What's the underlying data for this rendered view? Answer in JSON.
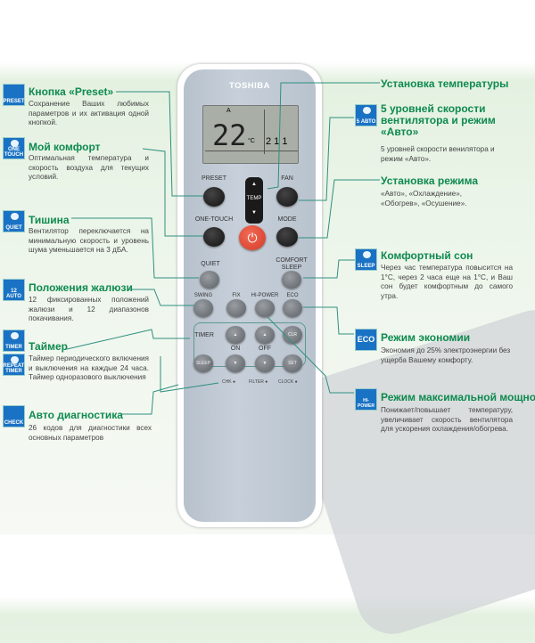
{
  "remote": {
    "brand": "TOSHIBA",
    "lcd_temp": "22",
    "lcd_unit": "°C",
    "lcd_mode": "A",
    "lcd_fan": "2 1 1",
    "buttons": {
      "preset": "PRESET",
      "fan": "FAN",
      "temp": "TEMP",
      "one_touch": "ONE-TOUCH",
      "mode": "MODE",
      "quiet": "QUIET",
      "comfort_sleep": "COMFORT SLEEP",
      "swing": "SWING",
      "fix": "FIX",
      "hi_power": "HI-POWER",
      "eco": "ECO",
      "timer": "TIMER",
      "on": "ON",
      "off": "OFF",
      "clr": "CLR",
      "set": "SET",
      "sleep": "SLEEP"
    },
    "indicators": {
      "chk": "CHK",
      "filter": "FILTER",
      "clock": "CLOCK"
    }
  },
  "left": [
    {
      "title": "Кнопка «Preset»",
      "desc": "Сохранение Ваших любимых параметров и их активация одной кнопкой.",
      "icon": "PRESET"
    },
    {
      "title": "Мой комфорт",
      "desc": "Оптимальная температура и скорость воздуха для текущих условий.",
      "icon": "ONE TOUCH"
    },
    {
      "title": "Тишина",
      "desc": "Вентилятор переключается на минимальную скорость и уровень шума уменьшается на 3 дБА.",
      "icon": "QUIET"
    },
    {
      "title": "Положения жалюзи",
      "desc": "12 фиксированных положений жалюзи и 12 диапазонов покачивания.",
      "icon": "12 AUTO"
    },
    {
      "title": "Таймер",
      "desc": "Таймер периодического включения и выключения на каждые 24 часа. Таймер одноразового выключения",
      "icon": "TIMER",
      "icon2": "REPEAT TIMER"
    },
    {
      "title": "Авто диагностика",
      "desc": "26 кодов для диагностики всех основных параметров",
      "icon": "CHECK"
    }
  ],
  "right": [
    {
      "title": "Установка температуры"
    },
    {
      "title": "5 уровней скорости вентилятора и режим «Авто»",
      "desc": "5 уровней скорости венилятора и режим «Авто».",
      "icon": "5 АВТО"
    },
    {
      "title": "Установка режима",
      "desc": "«Авто», «Охлаждение», «Обогрев», «Осушение»."
    },
    {
      "title": "Комфортный сон",
      "desc": "Через час температура повысится на 1°С, через 2 часа еще на 1°С, и Ваш сон будет комфортным до самого утра.",
      "icon": "SLEEP"
    },
    {
      "title": "Режим экономии",
      "desc": "Экономия до 25% электроэнергии без ущерба Вашему комфорту.",
      "icon": "ECO"
    },
    {
      "title": "Режим максимальной мощности",
      "desc": "Понижает/повышает температуру, увеличивает скорость вентилятора для ускорения охлаждения/обогрева.",
      "icon": "HI-POWER"
    }
  ],
  "colors": {
    "accent": "#0e8a4f",
    "icon_bg": "#1a72c4",
    "line": "#2f8f7f",
    "power": "#e0472f"
  }
}
